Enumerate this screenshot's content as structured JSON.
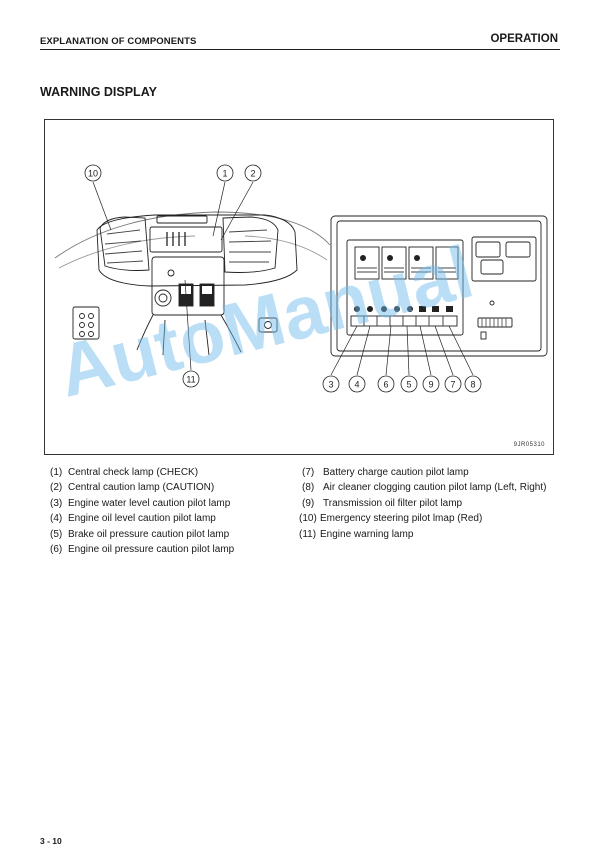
{
  "header": {
    "left": "EXPLANATION OF COMPONENTS",
    "right": "OPERATION"
  },
  "section_title": "WARNING DISPLAY",
  "figure": {
    "code": "9JR05310",
    "callouts_dashboard": [
      "10",
      "1",
      "2",
      "11"
    ],
    "callouts_panel": [
      "3",
      "4",
      "6",
      "5",
      "9",
      "7",
      "8"
    ]
  },
  "legend_left": [
    {
      "num": "(1)",
      "text": "Central check lamp (CHECK)"
    },
    {
      "num": "(2)",
      "text": "Central caution lamp (CAUTION)"
    },
    {
      "num": "(3)",
      "text": "Engine water level caution pilot lamp"
    },
    {
      "num": "(4)",
      "text": "Engine oil level caution pilot lamp"
    },
    {
      "num": "(5)",
      "text": "Brake oil pressure caution pilot lamp"
    },
    {
      "num": "(6)",
      "text": "Engine oil pressure caution pilot lamp"
    }
  ],
  "legend_right": [
    {
      "num": "(7)",
      "text": "Battery charge caution pilot lamp"
    },
    {
      "num": "(8)",
      "text": "Air cleaner clogging caution pilot lamp (Left, Right)"
    },
    {
      "num": "(9)",
      "text": "Transmission oil filter pilot lamp"
    },
    {
      "num": "(10)",
      "text": "Emergency steering pilot lmap (Red)"
    },
    {
      "num": "(11)",
      "text": "Engine warning lamp"
    }
  ],
  "watermark": "AutoManual",
  "page_number": "3 - 10"
}
